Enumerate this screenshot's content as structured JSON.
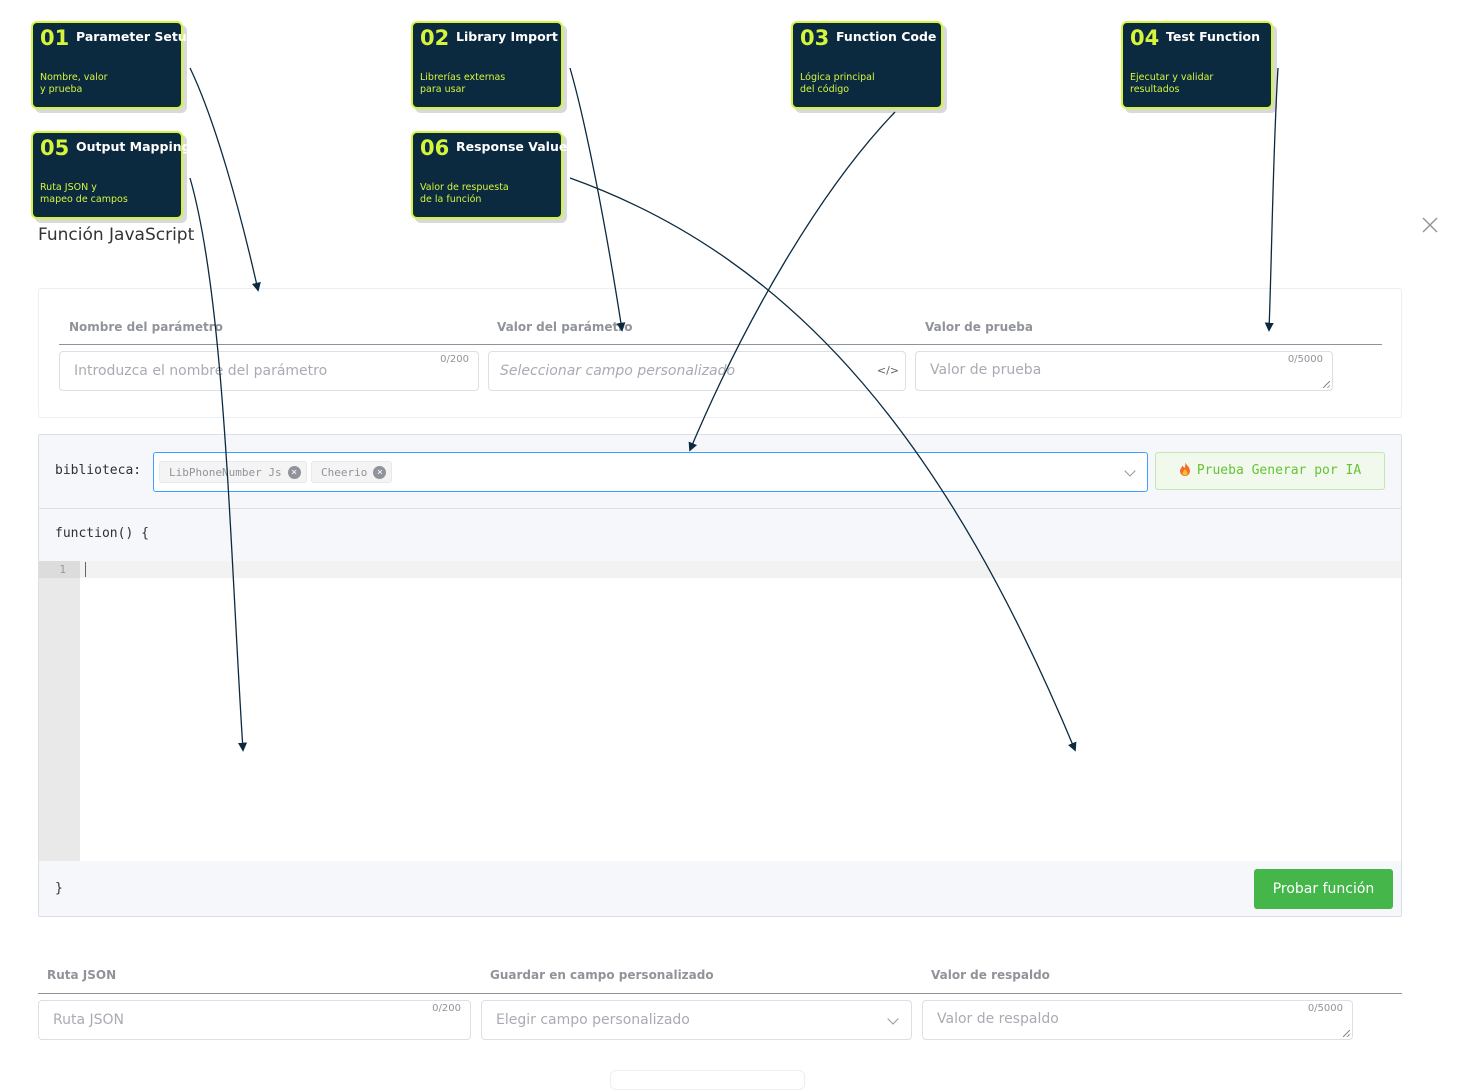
{
  "annotations": [
    {
      "num": "01",
      "title": "Parameter Setup",
      "desc": "Nombre, valor\ny prueba"
    },
    {
      "num": "02",
      "title": "Library Import",
      "desc": "Librerías externas\npara usar"
    },
    {
      "num": "03",
      "title": "Function Code",
      "desc": "Lógica principal\ndel código"
    },
    {
      "num": "04",
      "title": "Test Function",
      "desc": "Ejecutar y validar\nresultados"
    },
    {
      "num": "05",
      "title": "Output Mapping",
      "desc": "Ruta JSON y\nmapeo de campos"
    },
    {
      "num": "06",
      "title": "Response Value",
      "desc": "Valor de respuesta\nde la función"
    }
  ],
  "dialog": {
    "title": "Función JavaScript"
  },
  "params": {
    "name_header": "Nombre del parámetro",
    "value_header": "Valor del parámetro",
    "test_header": "Valor de prueba",
    "name_placeholder": "Introduzca el nombre del parámetro",
    "name_counter": "0/200",
    "value_placeholder": "Seleccionar campo personalizado",
    "test_placeholder": "Valor de prueba",
    "test_counter": "0/5000"
  },
  "library": {
    "label": "biblioteca:",
    "tags": [
      "LibPhoneNumber Js",
      "Cheerio"
    ],
    "ai_button": "Prueba Generar por IA"
  },
  "editor": {
    "open": "function() {",
    "line_number": "1",
    "close": "}",
    "test_button": "Probar función"
  },
  "output": {
    "json_header": "Ruta JSON",
    "save_header": "Guardar en campo personalizado",
    "fallback_header": "Valor de respaldo",
    "json_placeholder": "Ruta JSON",
    "json_counter": "0/200",
    "save_placeholder": "Elegir campo personalizado",
    "fallback_placeholder": "Valor de respaldo",
    "fallback_counter": "0/5000"
  },
  "colors": {
    "accent": "#d4f53c",
    "callout_bg": "#0b2a40",
    "primary": "#409eff",
    "success": "#45b649"
  }
}
